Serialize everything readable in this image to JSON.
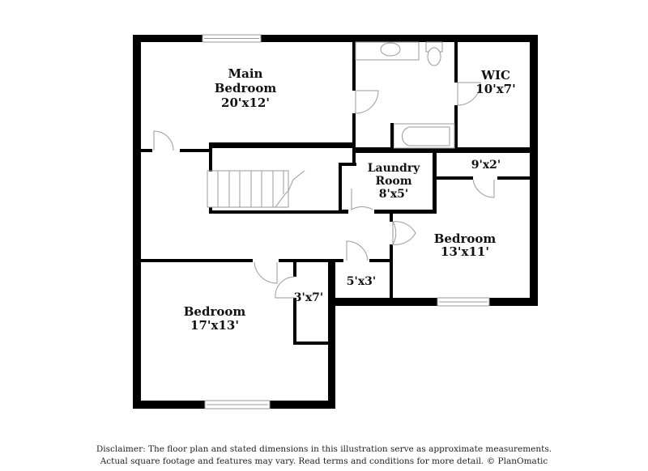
{
  "floor_plan": {
    "rooms": [
      {
        "id": "main-bedroom",
        "name_line1": "Main",
        "name_line2": "Bedroom",
        "dimensions": "20'x12'"
      },
      {
        "id": "wic",
        "name_line1": "WIC",
        "dimensions": "10'x7'"
      },
      {
        "id": "laundry-room",
        "name_line1": "Laundry",
        "name_line2": "Room",
        "dimensions": "8'x5'"
      },
      {
        "id": "closet-9x2",
        "dimensions": "9'x2'"
      },
      {
        "id": "bedroom-13x11",
        "name_line1": "Bedroom",
        "dimensions": "13'x11'"
      },
      {
        "id": "closet-5x3",
        "dimensions": "5'x3'"
      },
      {
        "id": "closet-3x7",
        "dimensions": "3'x7'"
      },
      {
        "id": "bedroom-17x13",
        "name_line1": "Bedroom",
        "dimensions": "17'x13'"
      }
    ]
  },
  "disclaimer": {
    "line1": "Disclaimer: The floor plan and stated dimensions in this illustration serve as approximate measurements.",
    "line2": "Actual square footage and features may vary. Read terms and conditions for more detail. © PlanOmatic"
  }
}
